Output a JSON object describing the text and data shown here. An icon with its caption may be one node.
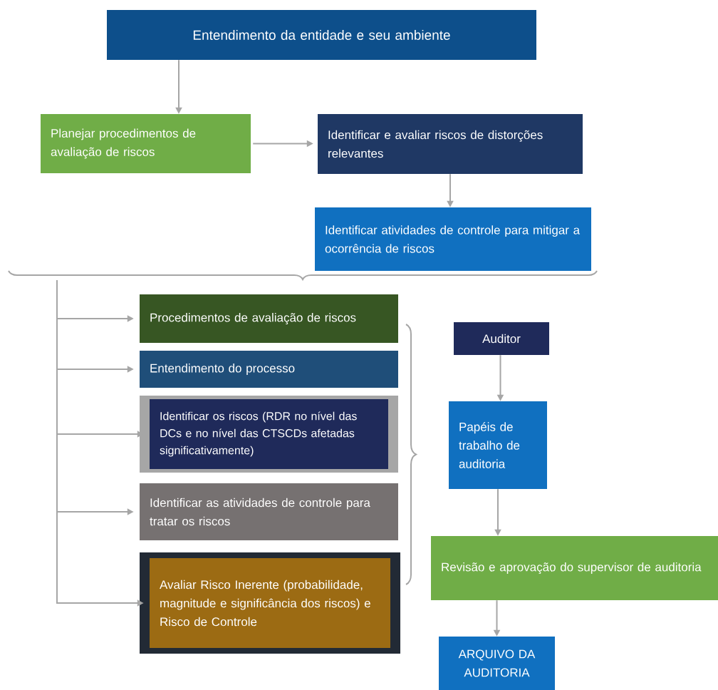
{
  "diagram": {
    "nodes": [
      {
        "text": [
          "Entendimento da entidade e seu ambiente"
        ]
      },
      {
        "text": [
          "Planejar procedimentos de avaliação de riscos"
        ]
      },
      {
        "text": [
          "Identificar e avaliar riscos de distorções relevantes"
        ]
      },
      {
        "text": [
          "Identificar atividades de controle para mitigar a ocorrência de riscos"
        ]
      },
      {
        "text": [
          "Procedimentos de avaliação de riscos"
        ]
      },
      {
        "text": [
          "Entendimento do processo"
        ]
      },
      {
        "text": [
          "Identificar os riscos (RDR no nível das DCs e no nível das CTSCDs afetadas significativamente)"
        ]
      },
      {
        "text": [
          "Identificar as atividades de controle para tratar os riscos"
        ]
      },
      {
        "text": [
          "Avaliar Risco Inerente (probabilidade, magnitude e significância dos riscos) e Risco de Controle"
        ]
      },
      {
        "text": [
          "Auditor"
        ]
      },
      {
        "text": [
          "Papéis de trabalho de auditoria"
        ]
      },
      {
        "text": [
          "Revisão e aprovação do supervisor de auditoria"
        ]
      },
      {
        "text": [
          "ARQUIVO DA AUDITORIA"
        ]
      }
    ],
    "edges": [
      {
        "from": 0,
        "to": 1,
        "arrow": "to"
      },
      {
        "from": 1,
        "to": 2,
        "arrow": "to"
      },
      {
        "from": 2,
        "to": 3,
        "arrow": "to"
      },
      {
        "from": 3,
        "to": 4,
        "arrow": "to"
      },
      {
        "from": 3,
        "to": 5,
        "arrow": "to"
      },
      {
        "from": 3,
        "to": 6,
        "arrow": "to"
      },
      {
        "from": 3,
        "to": 7,
        "arrow": "to"
      },
      {
        "from": 3,
        "to": 8,
        "arrow": "to"
      },
      {
        "from": 9,
        "to": 10,
        "arrow": "to"
      },
      {
        "from": 10,
        "to": 11,
        "arrow": "to"
      },
      {
        "from": 11,
        "to": 12,
        "arrow": "to"
      }
    ]
  }
}
